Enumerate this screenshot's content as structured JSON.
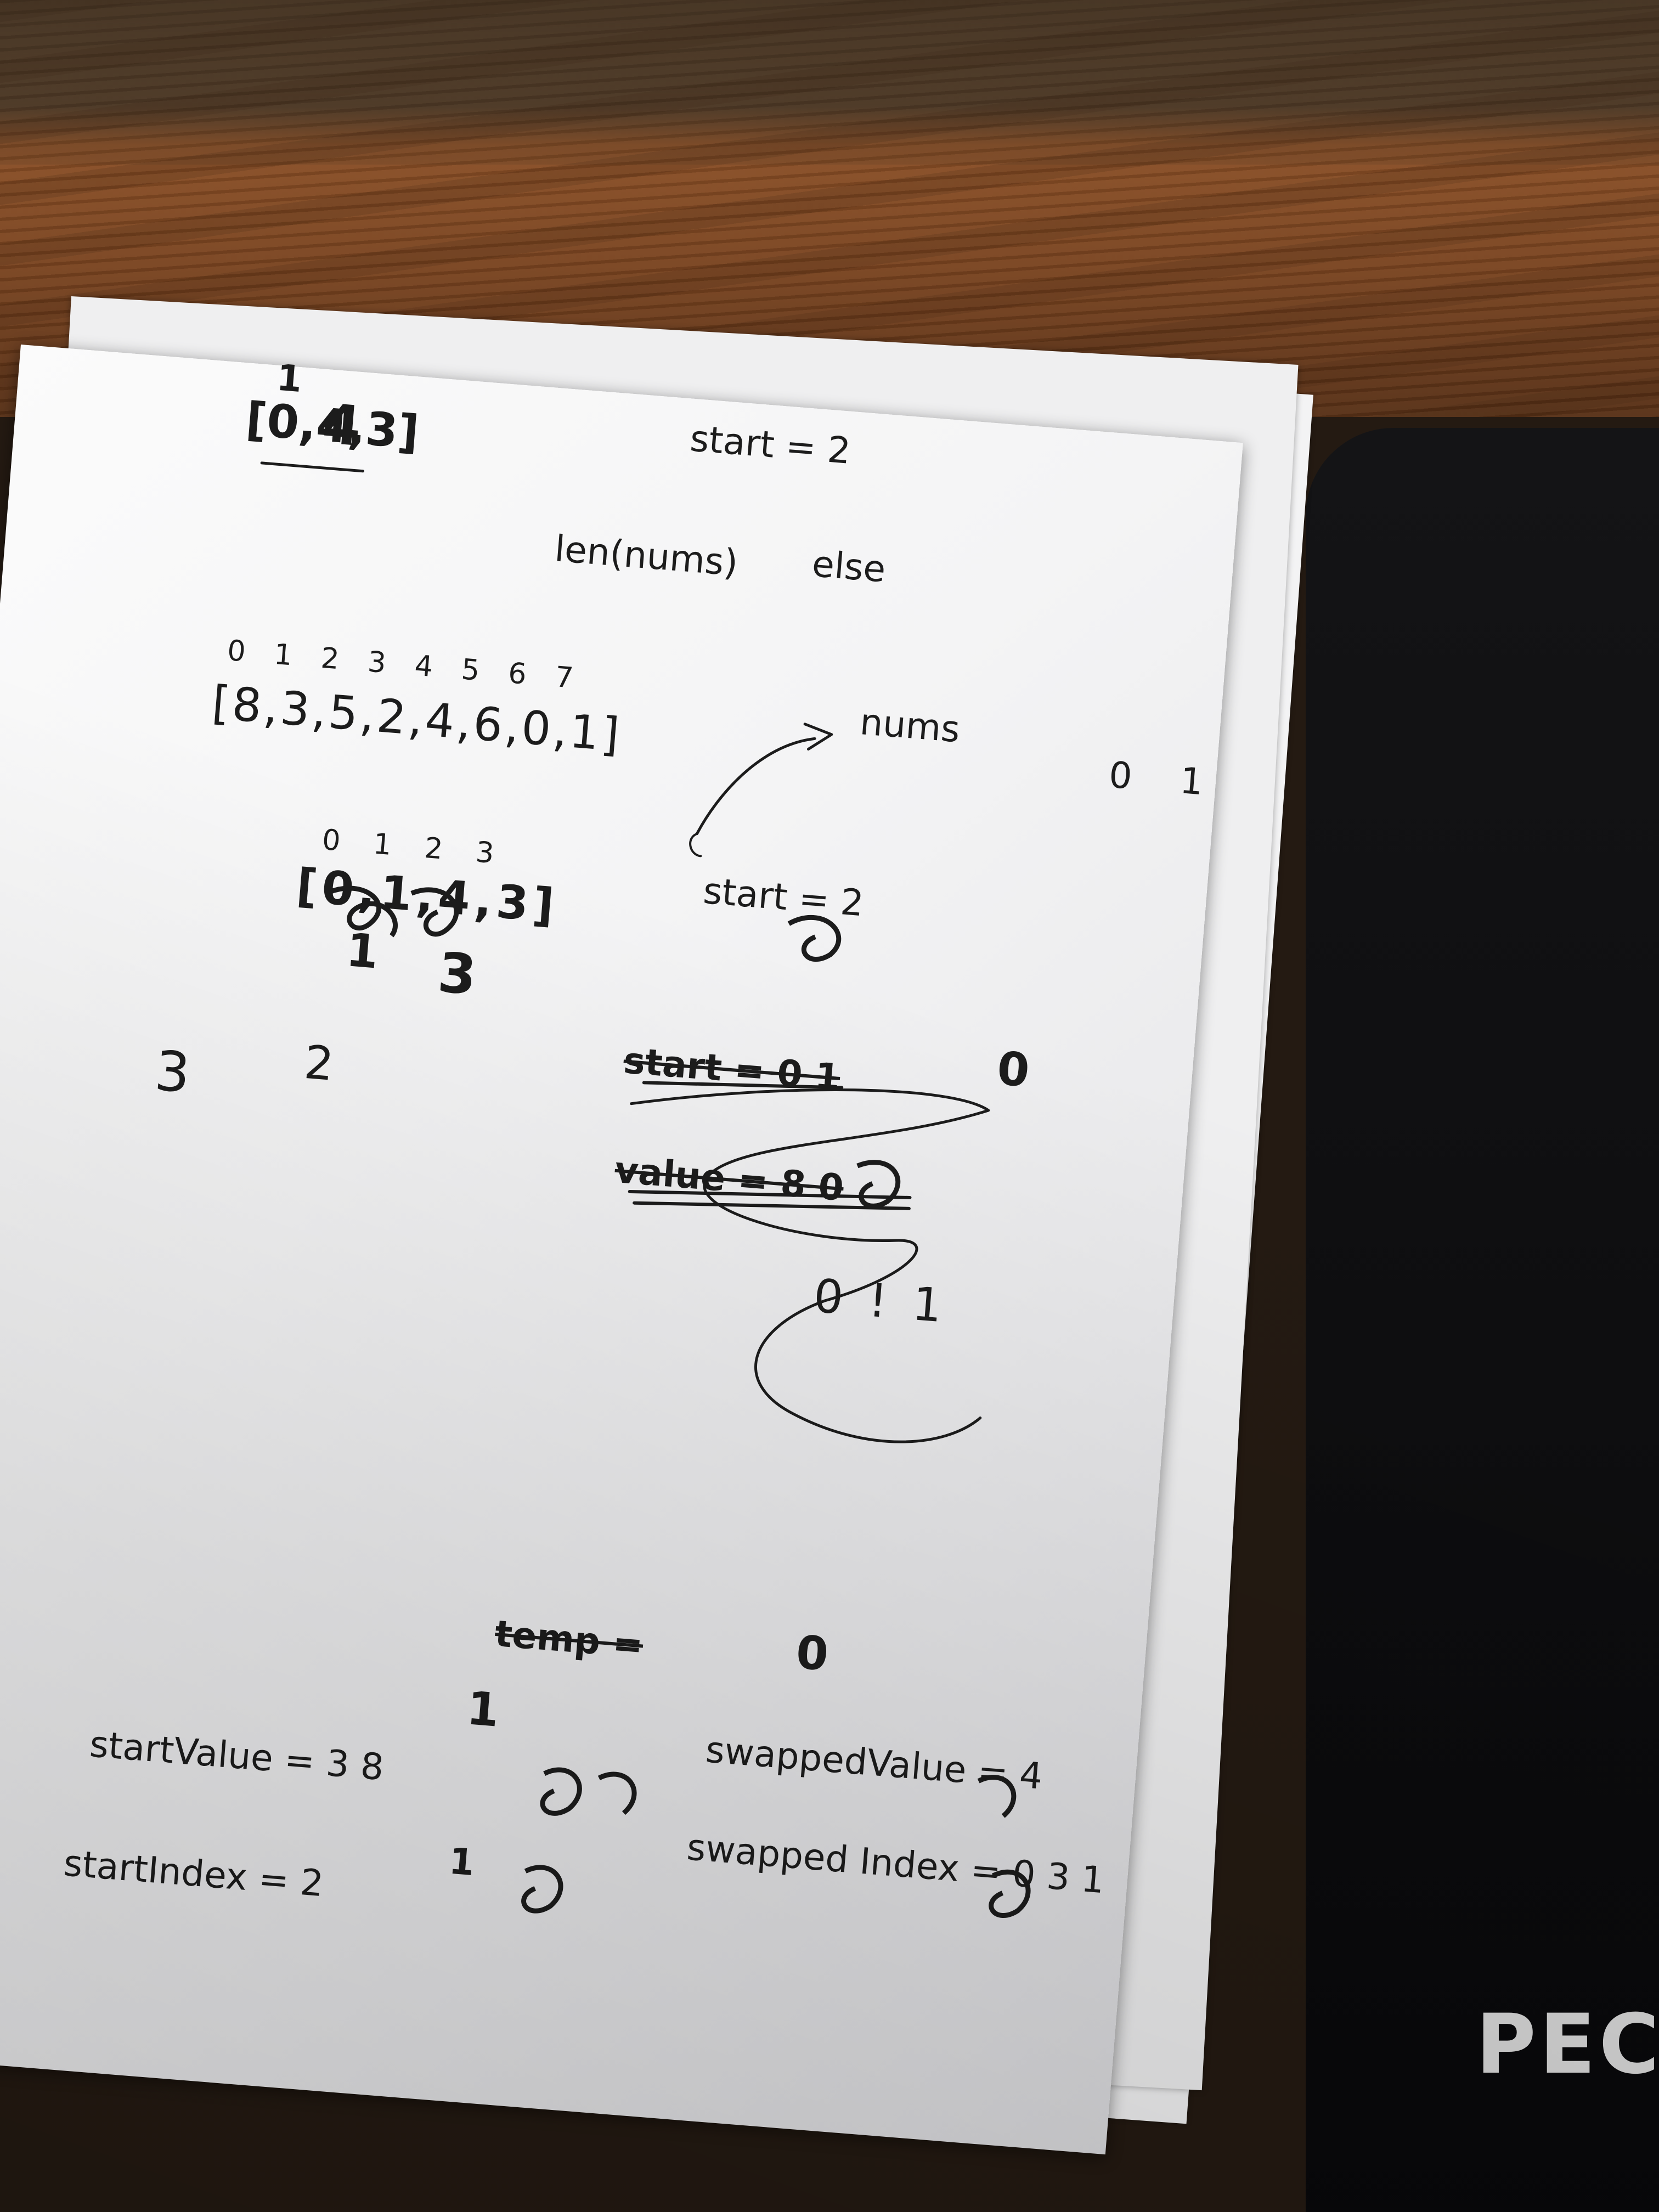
{
  "scene": {
    "colors": {
      "desk": "#7a4420",
      "mat": "#0d0d0f",
      "paper": "#f4f4f5",
      "ink": "#1c1c1c"
    }
  },
  "mat_logo": "PECH",
  "notes": {
    "top_array": "[0,4,3]",
    "top_array_fix1": "1",
    "top_array_fix2": "4",
    "start_top": "start = 2",
    "len_line": "len(nums)",
    "else": "else",
    "indices": "0 1 2 3   4 5 6 7",
    "array": "[8,3,5,2,4,6,0,1]",
    "nums": "nums",
    "right_zero": "0",
    "right_one": "1",
    "sub_indices": "0 1 2 3",
    "sub_array": "[0,1,4,3]",
    "sub_fix1": "1",
    "sub_fix2": "3",
    "start_mid": "start = 2",
    "three": "3",
    "two": "2",
    "start_strike": "start = 0 1",
    "start_strike_zero": "0",
    "value_strike": "value = 8 0",
    "zero_one": "0 ! 1",
    "temp": "temp =",
    "temp_zero": "0",
    "start_value": "startValue = 3 8",
    "start_value_fix": "1",
    "start_index": "startIndex = 2",
    "start_index_fix": "1",
    "swapped_value": "swappedValue = 4",
    "swapped_index": "swapped Index = 0 3 1"
  }
}
